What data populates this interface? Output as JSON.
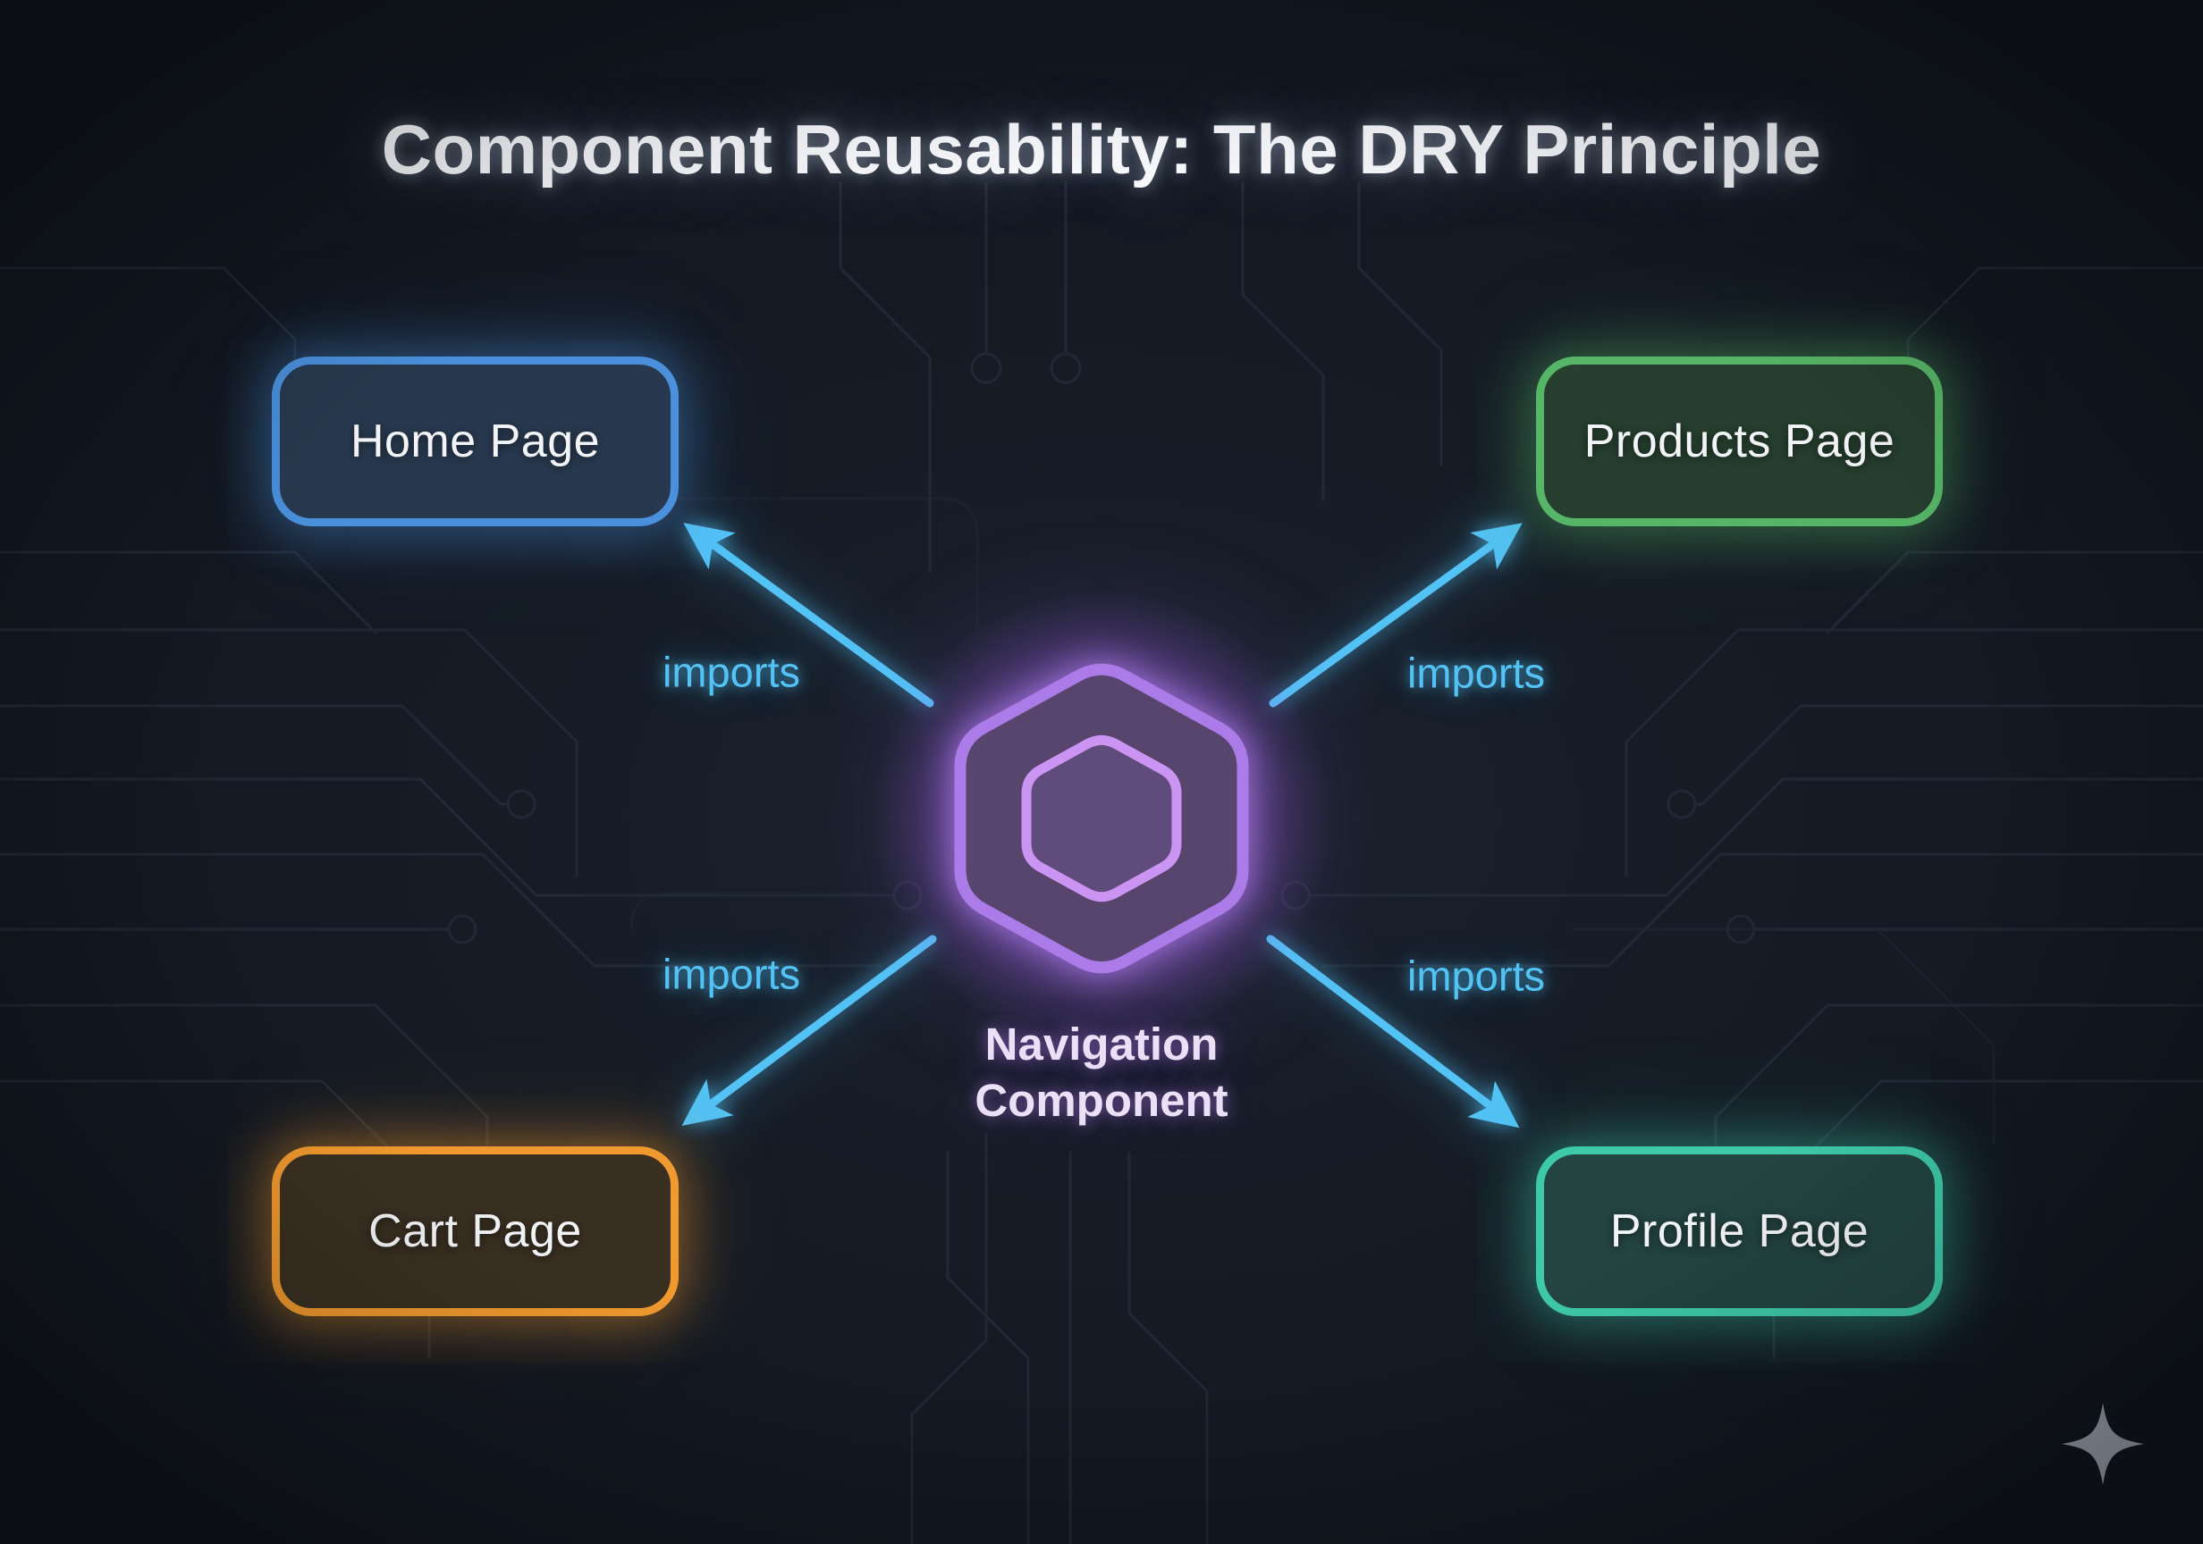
{
  "title": "Component Reusability: The DRY Principle",
  "center_component": {
    "icon": "nested-hexagon-icon",
    "label_line1": "Navigation",
    "label_line2": "Component"
  },
  "nodes": [
    {
      "id": "home-page",
      "label": "Home Page",
      "accent": "#4a90dc"
    },
    {
      "id": "products-page",
      "label": "Products Page",
      "accent": "#56b566"
    },
    {
      "id": "cart-page",
      "label": "Cart Page",
      "accent": "#f0992e"
    },
    {
      "id": "profile-page",
      "label": "Profile Page",
      "accent": "#3ec9a9"
    }
  ],
  "edges": [
    {
      "from": "navigation-component",
      "to": "home-page",
      "label": "imports"
    },
    {
      "from": "navigation-component",
      "to": "products-page",
      "label": "imports"
    },
    {
      "from": "navigation-component",
      "to": "cart-page",
      "label": "imports"
    },
    {
      "from": "navigation-component",
      "to": "profile-page",
      "label": "imports"
    }
  ],
  "footer": {
    "icon": "sparkle-icon"
  },
  "colors": {
    "bg": "#161c26",
    "circuit": "#2b3442",
    "title-text": "#f5f7fa",
    "arrow": "#53c2f5",
    "node-home": "#4a90dc",
    "node-products": "#56b566",
    "node-cart": "#f0992e",
    "node-profile": "#3ec9a9",
    "node-home-bg": "#28394f",
    "node-products-bg": "#263f2e",
    "node-cart-bg": "#3a3022",
    "node-profile-bg": "#234440",
    "hex-outer": "#ab7ce8",
    "hex-inner": "#cb93f2",
    "hex-fill": "#57456e",
    "center-text": "#eae1f8",
    "sparkle": "#99a1ad"
  }
}
